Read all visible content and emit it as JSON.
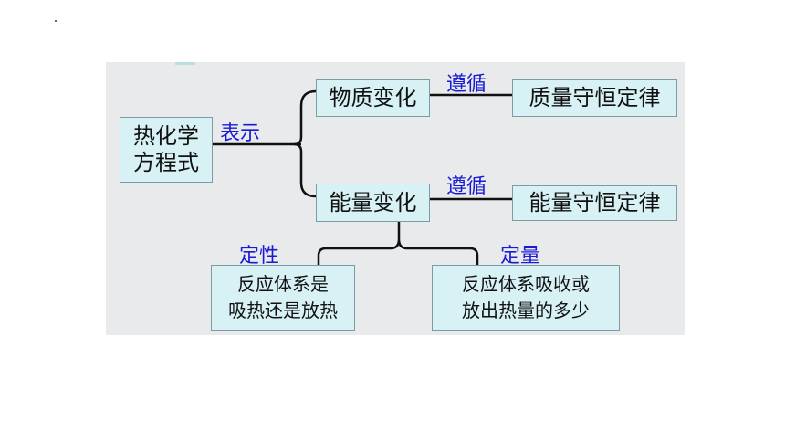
{
  "nodes": {
    "equation": "热化学\n方程式",
    "matter_change": "物质变化",
    "mass_law": "质量守恒定律",
    "energy_change": "能量变化",
    "energy_law": "能量守恒定律",
    "qualitative_box": "反应体系是\n吸热还是放热",
    "quantitative_box": "反应体系吸收或\n放出热量的多少"
  },
  "labels": {
    "represents": "表示",
    "follows_1": "遵循",
    "follows_2": "遵循",
    "qualitative": "定性",
    "quantitative": "定量"
  },
  "colors": {
    "node_fill": "#d7f1f5",
    "label_text": "#1a1ad6",
    "panel": "#e9eaeb",
    "line": "#111111"
  }
}
